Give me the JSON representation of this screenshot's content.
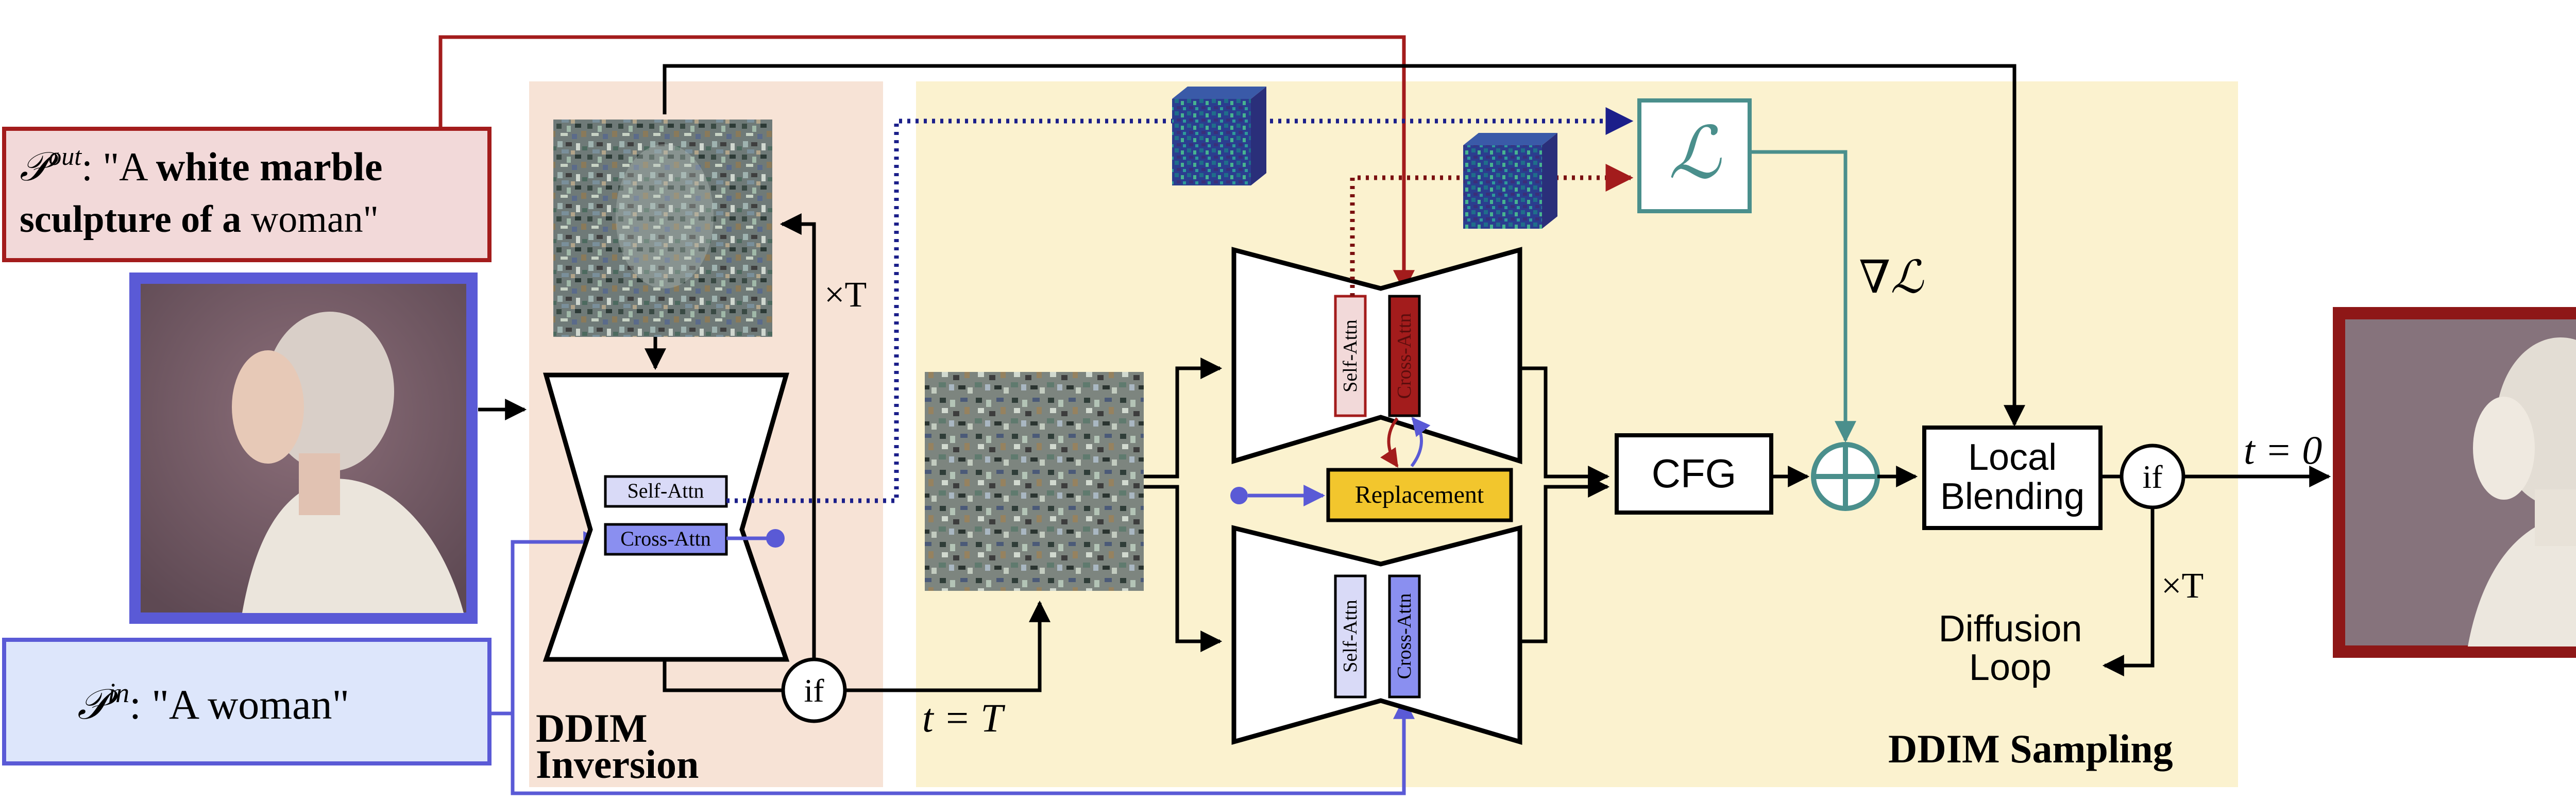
{
  "prompts": {
    "out": {
      "symbol_main": "𝒫",
      "symbol_sup": "out",
      "colon": ":",
      "open_quote": " \"A ",
      "bold_line1": "white marble",
      "bold_line2": "sculpture of a",
      "plain_end": " woman\""
    },
    "in": {
      "symbol_main": "𝒫",
      "symbol_sup": "in",
      "text": ": \"A  woman\""
    }
  },
  "inversion": {
    "title_line1": "DDIM",
    "title_line2": "Inversion",
    "self_attn": "Self-Attn",
    "cross_attn": "Cross-Attn",
    "if_label": "if",
    "times_t": "×T"
  },
  "sampling": {
    "title": "DDIM Sampling",
    "t_equals_T": "t = T",
    "upper_self_attn": "Self-Attn",
    "upper_cross_attn": "Cross-Attn",
    "lower_self_attn": "Self-Attn",
    "lower_cross_attn": "Cross-Attn",
    "replacement": "Replacement",
    "loss": "ℒ",
    "grad_loss": "∇ℒ",
    "cfg": "CFG",
    "local_blending_line1": "Local",
    "local_blending_line2": "Blending",
    "if_label": "if",
    "times_t": "×T",
    "diffusion_loop_line1": "Diffusion",
    "diffusion_loop_line2": "Loop",
    "t_equals_0": "t = 0"
  },
  "colors": {
    "blue_accent": "#5a5ad6",
    "red_accent": "#a31c1c",
    "teal": "#4a8f8c",
    "yellow_bg": "#fbf2cf",
    "peach_bg": "#f7e3d6",
    "replacement_fill": "#f2c62d",
    "navy_dotted": "#1b1f8a"
  }
}
